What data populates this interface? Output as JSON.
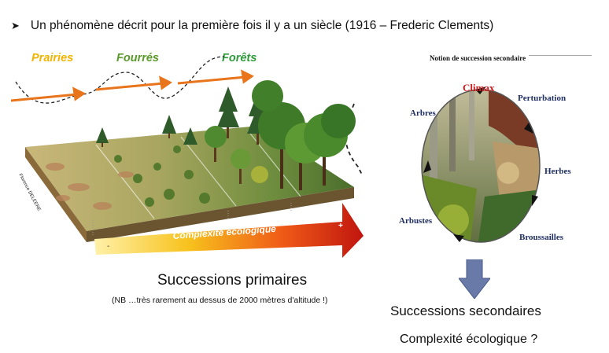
{
  "header": {
    "bullet_text": "Un phénomène décrit pour la première fois il y a un siècle (1916 – Frederic Clements)"
  },
  "primary": {
    "stages": [
      "Prairies",
      "Fourrés",
      "Forêts"
    ],
    "stage_colors": [
      "#f2b400",
      "#5a9a2a",
      "#2d9b3a"
    ],
    "credit": "Florence DELEERE",
    "arrow_label": "Complexité écologique",
    "arrow_minus": "-",
    "arrow_plus": "+",
    "caption": "Successions primaires",
    "note": "(NB …très rarement  au dessus de 2000 mètres d'altitude !)"
  },
  "secondary": {
    "title": "Notion de succession secondaire",
    "climax": "Climax",
    "labels": [
      "Perturbation",
      "Herbes",
      "Broussailles",
      "Arbustes",
      "Arbres"
    ],
    "caption": "Successions secondaires",
    "question": "Complexité écologique ?"
  }
}
